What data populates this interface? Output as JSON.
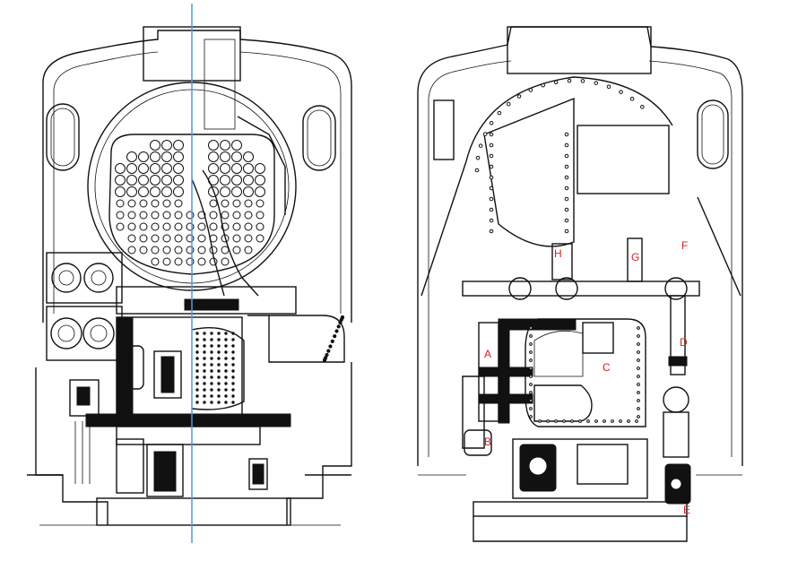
{
  "labels": {
    "A": "A",
    "B": "B",
    "C": "C",
    "D": "D",
    "E": "E",
    "F": "F",
    "G": "G",
    "H": "H"
  },
  "colors": {
    "line": "#111111",
    "label": "#d42020",
    "centerline": "#4a9fd0",
    "background": "#ffffff"
  }
}
